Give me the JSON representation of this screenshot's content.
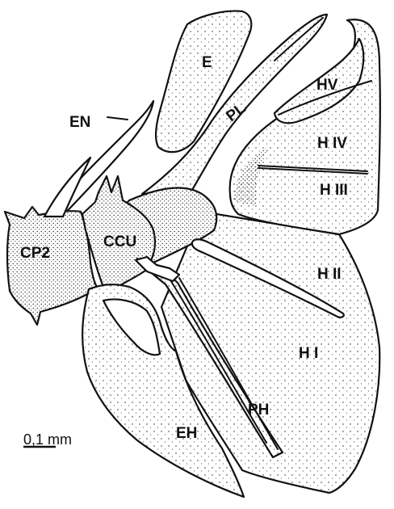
{
  "labels": {
    "e": "E",
    "pl": "PL",
    "hv": "HV",
    "hiv": "H IV",
    "hiii": "H III",
    "en": "EN",
    "cp2": "CP2",
    "ccu": "CCU",
    "hii": "H II",
    "hi": "H I",
    "ph": "PH",
    "eh": "EH"
  },
  "scale_bar": {
    "text": "0,1 mm"
  },
  "colors": {
    "ink": "#111111",
    "paper": "#ffffff"
  }
}
